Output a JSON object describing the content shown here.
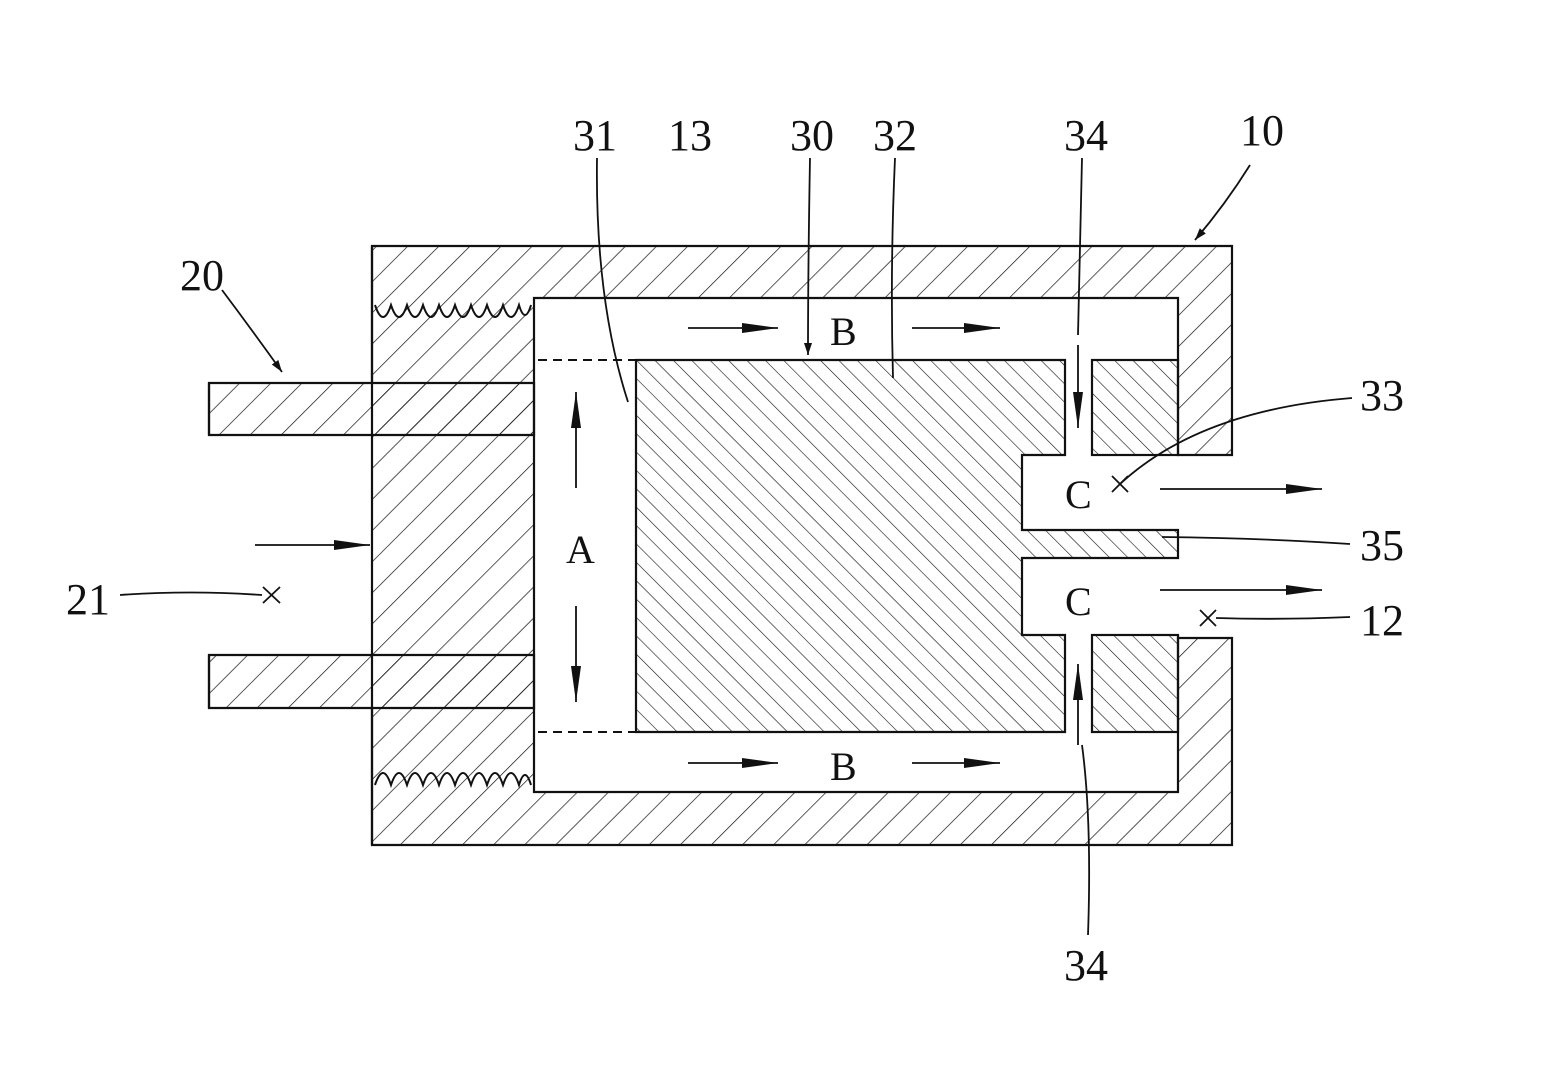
{
  "figure": {
    "reference_numerals": {
      "housing": "10",
      "outlet_point": "12",
      "housing_wall": "13",
      "inlet_fitting": "20",
      "inlet_point": "21",
      "flow_divider": "30",
      "divider_front_face": "31",
      "divider_body": "32",
      "outlet_chamber_point": "33",
      "orifice_top": "34",
      "orifice_bottom": "34",
      "partition": "35"
    },
    "flow_zones": {
      "front_chamber": "A",
      "upper_channel": "B",
      "lower_channel": "B",
      "upper_outlet": "C",
      "lower_outlet": "C"
    },
    "colors": {
      "line": "#111111",
      "background": "#ffffff"
    }
  }
}
